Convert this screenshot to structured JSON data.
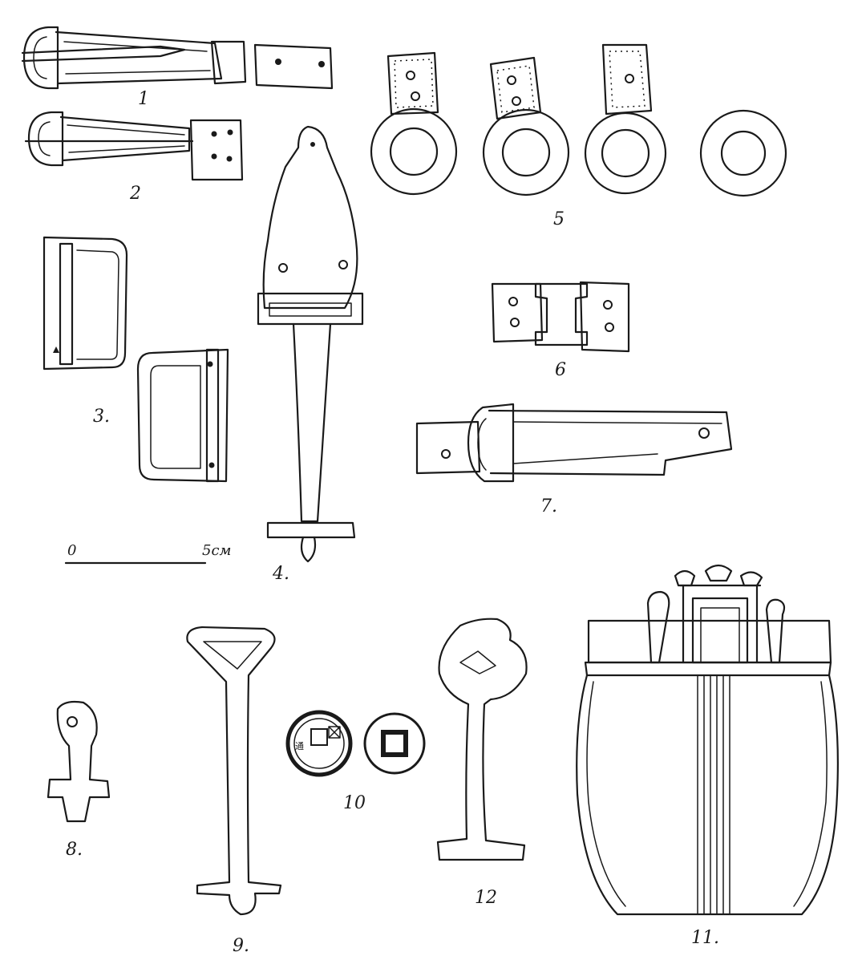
{
  "plate": {
    "labels": [
      "1",
      "2",
      "3.",
      "4.",
      "5",
      "6",
      "7.",
      "8.",
      "9.",
      "10",
      "11.",
      "12"
    ],
    "scale": {
      "zero": "0",
      "end": "5cм"
    },
    "coin_glyphs": "通"
  }
}
